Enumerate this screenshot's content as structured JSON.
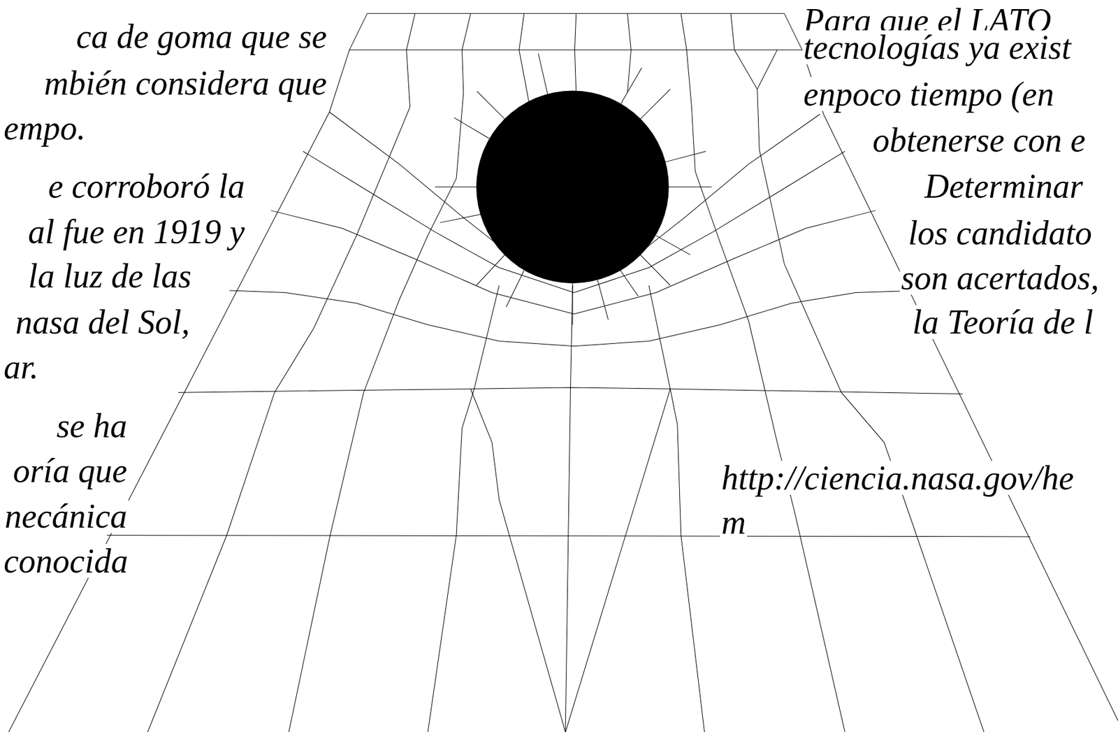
{
  "diagram": {
    "labels": [
      "ca de goma que se",
      "mbién considera que",
      "empo.",
      "e corroboró la",
      "al fue en 1919 y",
      "la luz de las",
      "nasa del Sol,",
      "ar.",
      "se ha",
      "oría que",
      "necánica",
      "conocida",
      "Para que el LATO",
      "tecnologías ya exist",
      "enpoco tiempo (en",
      "obtenerse con e",
      "Determinar",
      "los candidato",
      "son acertados,",
      "la Teoría de l",
      "http://ciencia.nasa.gov/he",
      "m"
    ]
  }
}
